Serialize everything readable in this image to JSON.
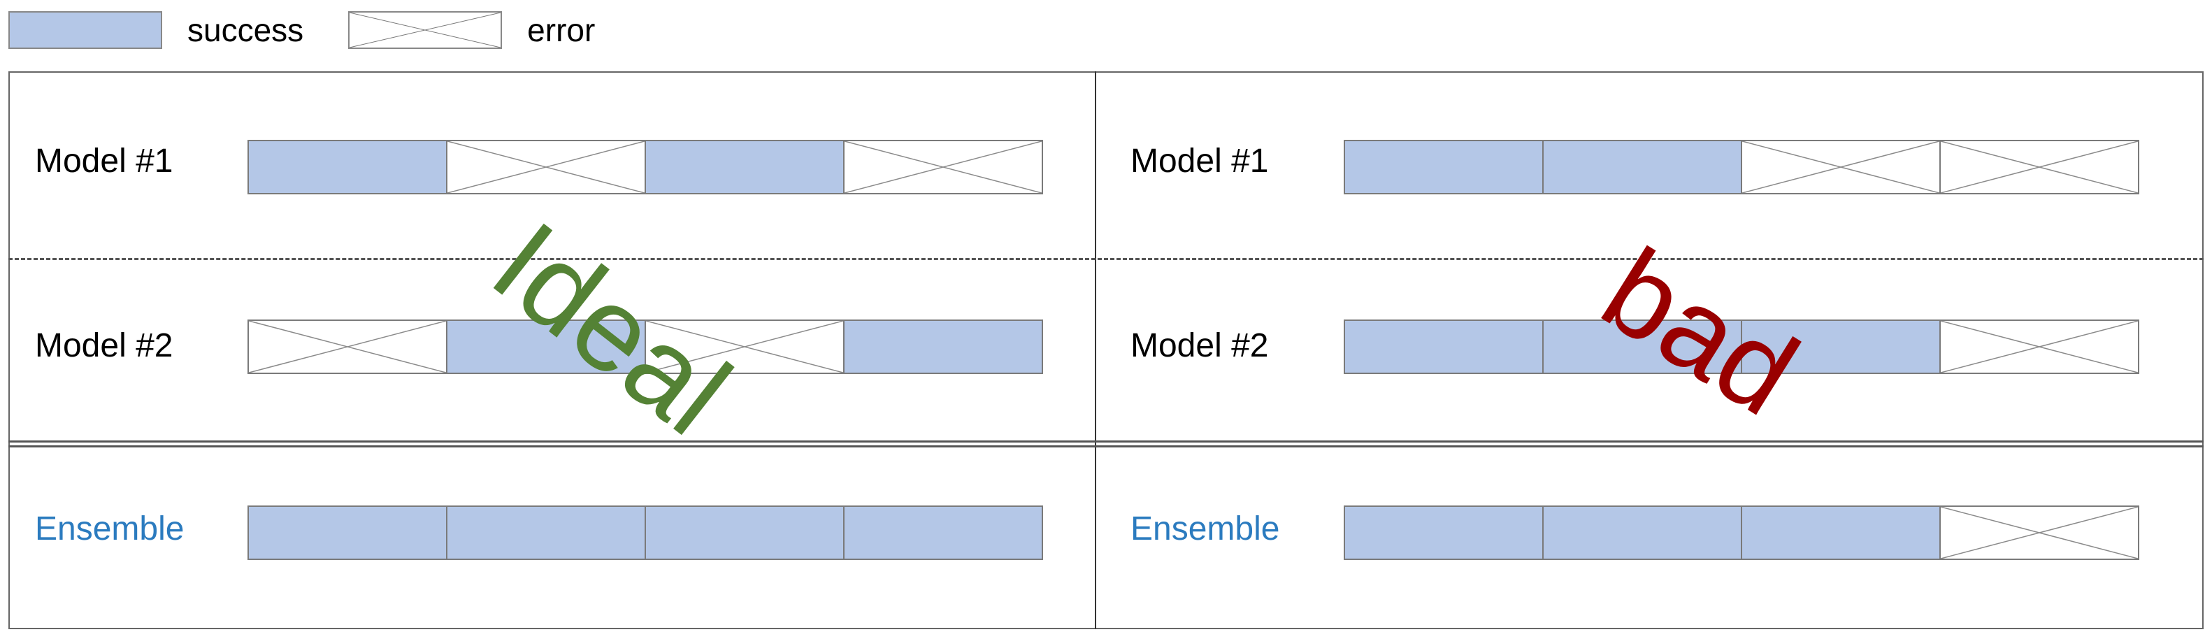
{
  "legend": {
    "success_label": "success",
    "error_label": "error"
  },
  "colors": {
    "success": "#b4c7e7",
    "ideal_text": "#548235",
    "bad_text": "#990000",
    "ensemble_label": "#2b7bbf"
  },
  "panels": [
    {
      "stamp": "Ideal",
      "rows": [
        {
          "label": "Model #1",
          "cells": [
            "success",
            "error",
            "success",
            "error"
          ]
        },
        {
          "label": "Model #2",
          "cells": [
            "error",
            "success",
            "error",
            "success"
          ]
        },
        {
          "label": "Ensemble",
          "cells": [
            "success",
            "success",
            "success",
            "success"
          ]
        }
      ]
    },
    {
      "stamp": "bad",
      "rows": [
        {
          "label": "Model #1",
          "cells": [
            "success",
            "success",
            "error",
            "error"
          ]
        },
        {
          "label": "Model #2",
          "cells": [
            "success",
            "success",
            "success",
            "error"
          ]
        },
        {
          "label": "Ensemble",
          "cells": [
            "success",
            "success",
            "success",
            "error"
          ]
        }
      ]
    }
  ]
}
